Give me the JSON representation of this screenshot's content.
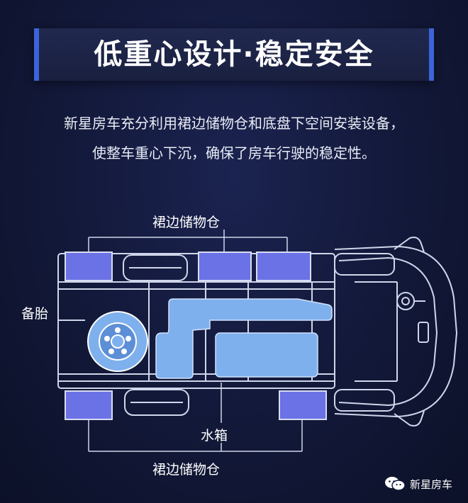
{
  "title": "低重心设计·稳定安全",
  "description": {
    "line1": "新星房车充分利用裙边储物仓和底盘下空间安装设备，",
    "line2": "使整车重心下沉，确保了房车行驶的稳定性。"
  },
  "labels": {
    "storage_top": "裙边储物仓",
    "spare_tire": "备胎",
    "water_tank": "水箱",
    "storage_bottom": "裙边储物仓"
  },
  "brand": {
    "name": "新星房车",
    "icon": "wechat-icon"
  },
  "colors": {
    "accent": "#3d63d9",
    "storage_box": "#6b72e6",
    "highlight": "#7fb0ee",
    "frame_line": "#cfd6ea",
    "background": "#121838"
  }
}
